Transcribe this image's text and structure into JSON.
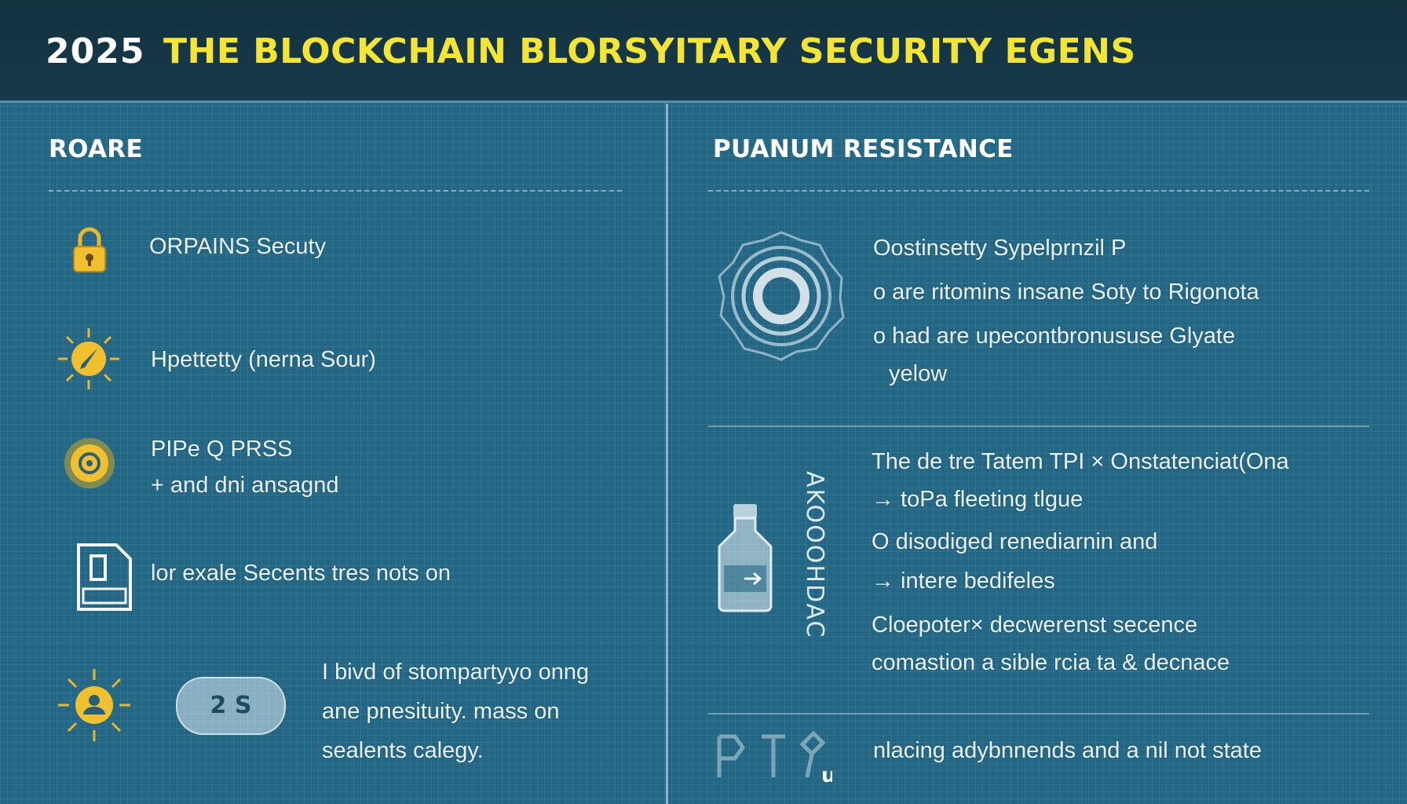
{
  "header": {
    "year": "2025",
    "title": "THE BLOCKCHAIN BLORSYITARY SECURITY EGENS"
  },
  "left_panel": {
    "title": "ROARE",
    "items": [
      {
        "icon": "lock-icon",
        "lines": [
          "ORPAINS Secuty"
        ]
      },
      {
        "icon": "sun-compass-icon",
        "lines": [
          "Hpettetty (nerna Sour)"
        ]
      },
      {
        "icon": "gear-badge-icon",
        "lines": [
          "PIPe Q PRSS",
          "+ and dni ansagnd"
        ]
      },
      {
        "icon": "sim-card-icon",
        "lines": [
          "lor exale Secents tres nots on"
        ]
      },
      {
        "icon": "sun-user-icon",
        "badge": "2 S",
        "lines": [
          "I bivd of stompartyyo onng",
          "ane pnesituity. mass on",
          "sealents calegy."
        ]
      }
    ]
  },
  "right_panel": {
    "title": "PUANUM RESISTANCE",
    "section1": {
      "icon": "ring-icon",
      "lines": [
        "Oostinsetty Sypelprnzil P",
        "o are ritomins insane Soty to Rigonota",
        "o had are upecontbronususe Glyate",
        "yelow"
      ]
    },
    "section2": {
      "icon": "bottle-icon",
      "vertical_label": "AKOOOHDAC",
      "lines": [
        "The de tre Tatem TPI × Onstatenciat(Ona",
        "→ toPa fleeting tlgue",
        "O disodiged renediarnin and",
        "→ intere bedifeles",
        "Cloepoter× decwerenst secence",
        "comastion a sible rcia ta & decnace"
      ]
    },
    "section3": {
      "icon": "tools-icon",
      "lines": [
        "nlacing adybnnends and a nil not state"
      ]
    }
  },
  "colors": {
    "background": "#236785",
    "header_bg": "#13313f",
    "title_yellow": "#f4e534",
    "icon_gold": "#e8b82a"
  }
}
